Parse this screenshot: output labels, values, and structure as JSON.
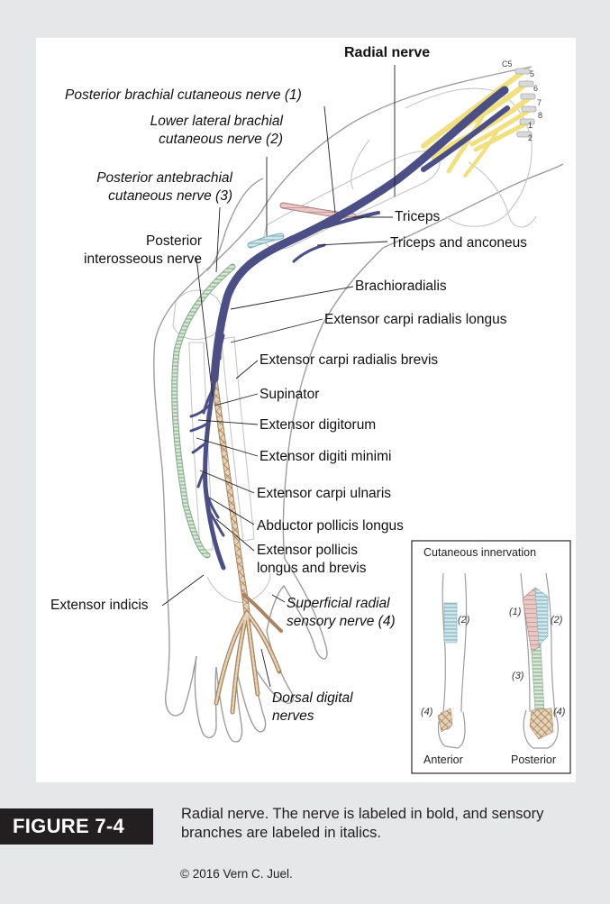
{
  "labels": {
    "radial_nerve": "Radial nerve",
    "posterior_brachial": "Posterior brachial cutaneous nerve (1)",
    "lower_lateral_1": "Lower lateral brachial",
    "lower_lateral_2": "cutaneous  nerve (2)",
    "posterior_antebrachial_1": "Posterior antebrachial",
    "posterior_antebrachial_2": "cutaneous nerve (3)",
    "posterior_interosseous_1": "Posterior",
    "posterior_interosseous_2": "interosseous nerve",
    "triceps": "Triceps",
    "triceps_anconeus": "Triceps and anconeus",
    "brachioradialis": "Brachioradialis",
    "ecrl": "Extensor carpi radialis longus",
    "ecrb": "Extensor carpi radialis brevis",
    "supinator": "Supinator",
    "ext_digitorum": "Extensor digitorum",
    "ext_digiti_minimi": "Extensor digiti minimi",
    "ecu": "Extensor carpi ulnaris",
    "apl": "Abductor pollicis longus",
    "epl_1": "Extensor pollicis",
    "epl_2": "longus and brevis",
    "ext_indicis": "Extensor indicis",
    "superficial_radial_1": "Superficial radial",
    "superficial_radial_2": "sensory nerve (4)",
    "dorsal_digital_1": "Dorsal digital",
    "dorsal_digital_2": "nerves"
  },
  "spinal_levels": [
    "C5",
    "5",
    "6",
    "7",
    "8",
    "1",
    "2"
  ],
  "inset": {
    "title": "Cutaneous innervation",
    "anterior": "Anterior",
    "posterior": "Posterior",
    "n1": "(1)",
    "n2a": "(2)",
    "n2b": "(2)",
    "n3": "(3)",
    "n4a": "(4)",
    "n4b": "(4)"
  },
  "figure": {
    "badge": "FIGURE 7-4",
    "caption": "Radial nerve. The nerve is labeled in bold, and sensory branches are labeled in italics.",
    "copyright": "© 2016 Vern C. Juel."
  },
  "colors": {
    "background": "#e6e7e8",
    "nerve": "#4c4f86",
    "plexus": "#f3e37a",
    "skin_outline": "#9a9a9a",
    "cutaneous_1": "#d8a9a9",
    "cutaneous_2": "#a9cfd8",
    "sensory_4": "#c9ab86"
  }
}
